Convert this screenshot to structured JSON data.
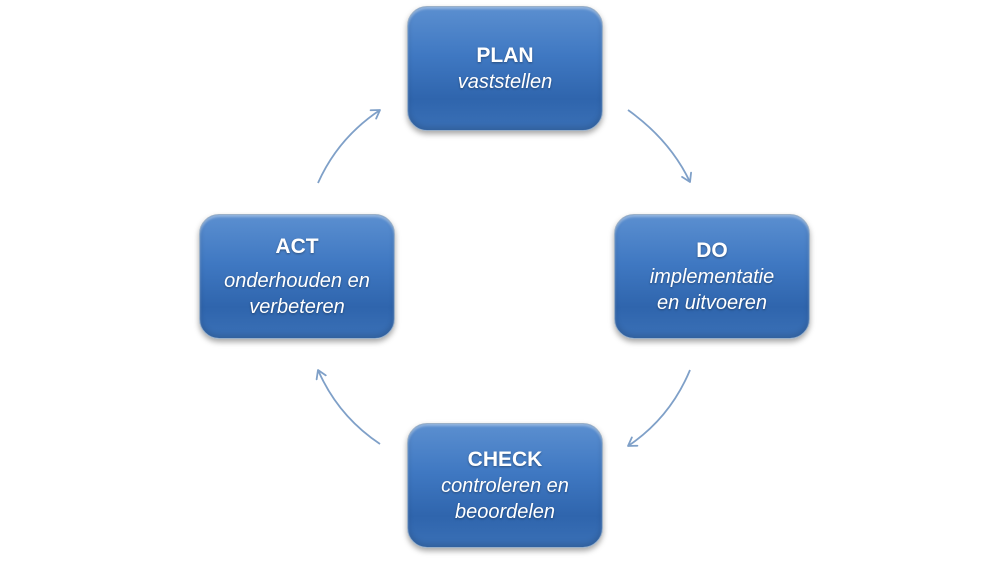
{
  "colors": {
    "box_fill": "#3f78c2",
    "box_border": "#9ab0c8",
    "arrow": "#7fa0c8",
    "text": "#ffffff"
  },
  "plan": {
    "title": "PLAN",
    "lines": [
      "vaststellen"
    ]
  },
  "do": {
    "title": "DO",
    "lines": [
      "implementatie",
      "en uitvoeren"
    ]
  },
  "check": {
    "title": "CHECK",
    "lines": [
      "controleren en",
      "beoordelen"
    ]
  },
  "act": {
    "title": "ACT",
    "lines": [
      "onderhouden en",
      "verbeteren"
    ]
  }
}
